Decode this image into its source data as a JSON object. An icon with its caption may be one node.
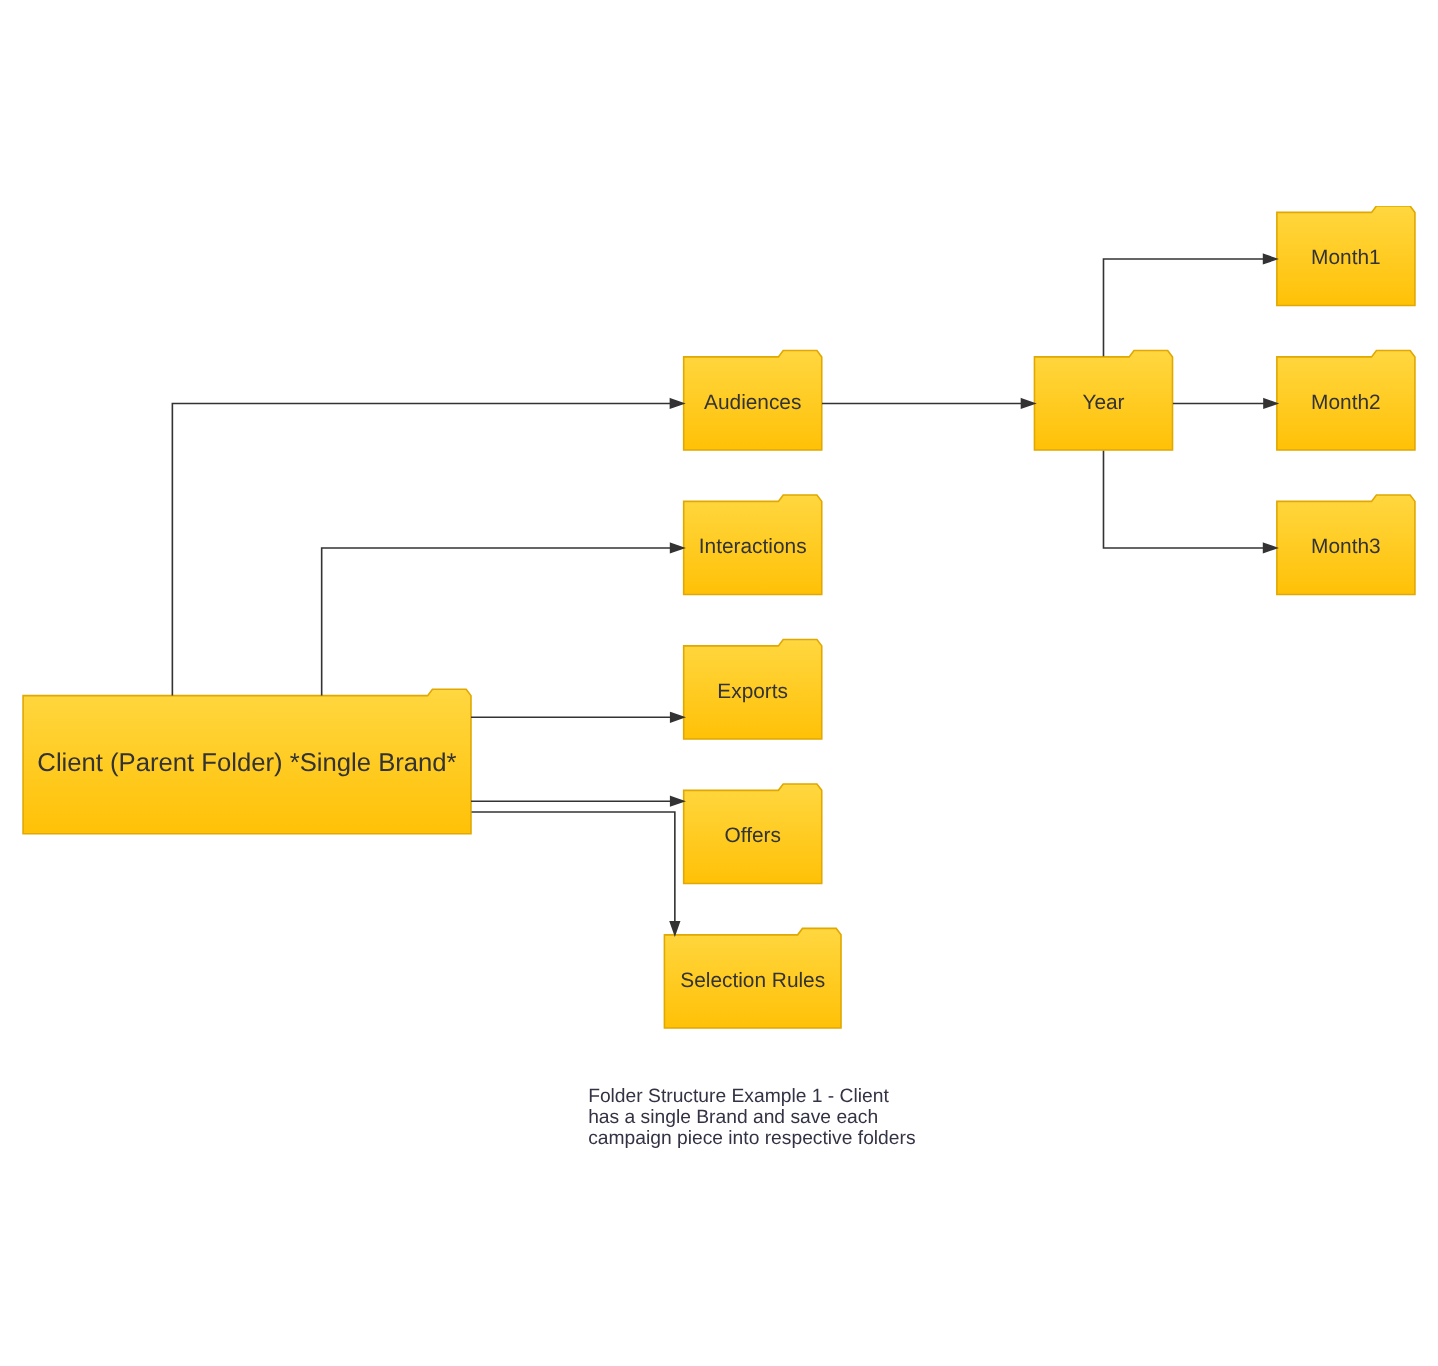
{
  "diagram": {
    "nodes": [
      {
        "text": [
          "Client (Parent Folder) *Single Brand*"
        ]
      },
      {
        "text": [
          "Audiences"
        ]
      },
      {
        "text": [
          "Year"
        ]
      },
      {
        "text": [
          "Month1"
        ]
      },
      {
        "text": [
          "Month2"
        ]
      },
      {
        "text": [
          "Month3"
        ]
      },
      {
        "text": [
          "Interactions"
        ]
      },
      {
        "text": [
          "Exports"
        ]
      },
      {
        "text": [
          "Offers"
        ]
      },
      {
        "text": [
          "Selection Rules"
        ]
      }
    ],
    "edges": [
      {
        "from": 0,
        "to": 1,
        "arrow": "to"
      },
      {
        "from": 0,
        "to": 6,
        "arrow": "to"
      },
      {
        "from": 0,
        "to": 7,
        "arrow": "to"
      },
      {
        "from": 0,
        "to": 8,
        "arrow": "to"
      },
      {
        "from": 0,
        "to": 9,
        "arrow": "to"
      },
      {
        "from": 1,
        "to": 2,
        "arrow": "to"
      },
      {
        "from": 2,
        "to": 3,
        "arrow": "to"
      },
      {
        "from": 2,
        "to": 4,
        "arrow": "to"
      },
      {
        "from": 2,
        "to": 5,
        "arrow": "to"
      }
    ],
    "labels": [
      "Folder Structure Example 1 - Client has a single Brand and save each campaign piece into respective folders"
    ]
  }
}
